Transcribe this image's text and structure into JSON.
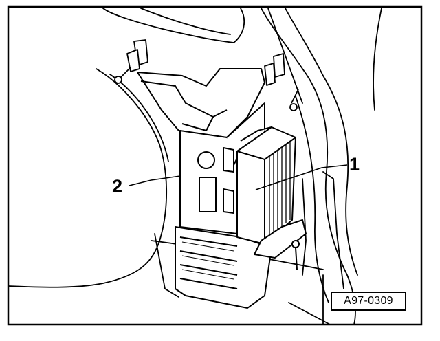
{
  "figure": {
    "callouts": [
      {
        "id": "1",
        "label": "1"
      },
      {
        "id": "2",
        "label": "2"
      }
    ],
    "reference_code": "A97-0309"
  },
  "colors": {
    "ink": "#000000",
    "paper": "#ffffff",
    "hatch": "#000000"
  }
}
